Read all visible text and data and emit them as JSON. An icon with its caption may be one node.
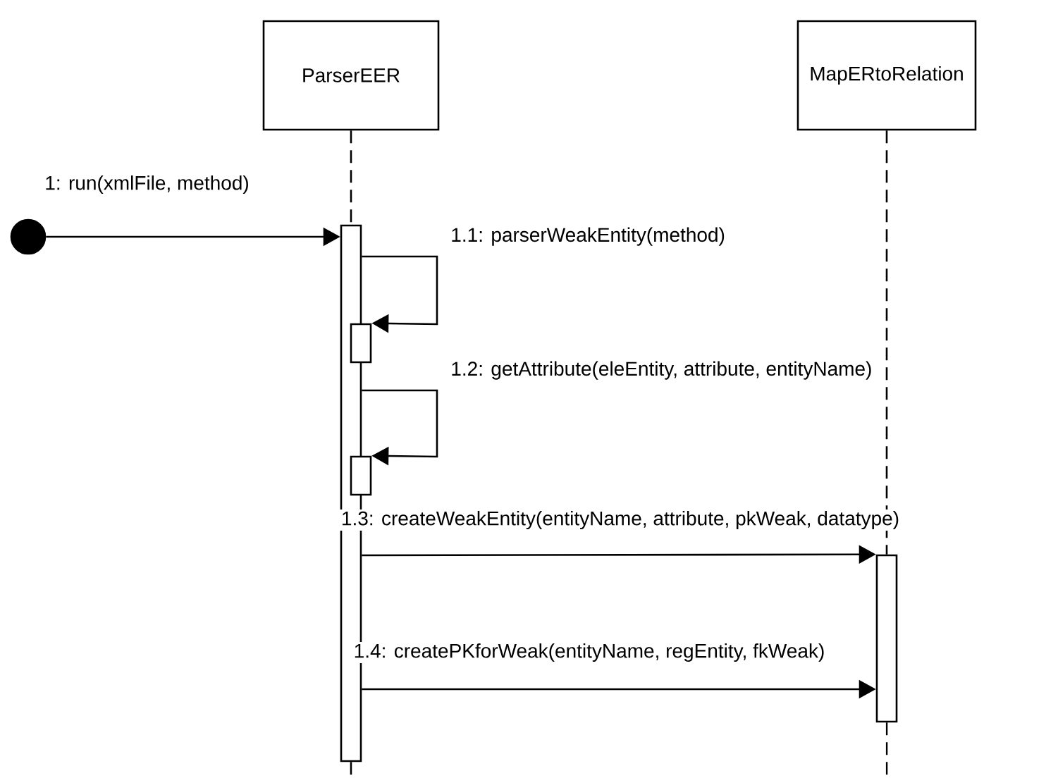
{
  "diagram": {
    "nodes": [
      {
        "text": [
          "ParserEER"
        ]
      },
      {
        "text": [
          "MapERtoRelation"
        ]
      },
      {
        "text": [],
        "shape": "circle"
      },
      {
        "text": [],
        "shape": "bar"
      },
      {
        "text": [],
        "shape": "bar"
      },
      {
        "text": [],
        "shape": "bar"
      },
      {
        "text": [],
        "shape": "bar"
      }
    ],
    "edges": [
      {
        "from": 0,
        "to": 3,
        "arrow": "none",
        "style": "dashed"
      },
      {
        "from": 1,
        "to": 6,
        "arrow": "none",
        "style": "dashed"
      },
      {
        "from": 2,
        "to": 3,
        "arrow": "to",
        "label": "1: run(xmlFile, method)"
      },
      {
        "from": 3,
        "to": 4,
        "arrow": "to",
        "label": "1.1: parserWeakEntity(method)"
      },
      {
        "from": 3,
        "to": 5,
        "arrow": "to",
        "label": "1.2: getAttribute(eleEntity, attribute, entityName)"
      },
      {
        "from": 3,
        "to": 6,
        "arrow": "to",
        "label": "1.3: createWeakEntity(entityName, attribute, pkWeak, datatype)"
      },
      {
        "from": 3,
        "to": 6,
        "arrow": "to",
        "label": "1.4: createPKforWeak(entityName, regEntity, fkWeak)"
      }
    ]
  }
}
